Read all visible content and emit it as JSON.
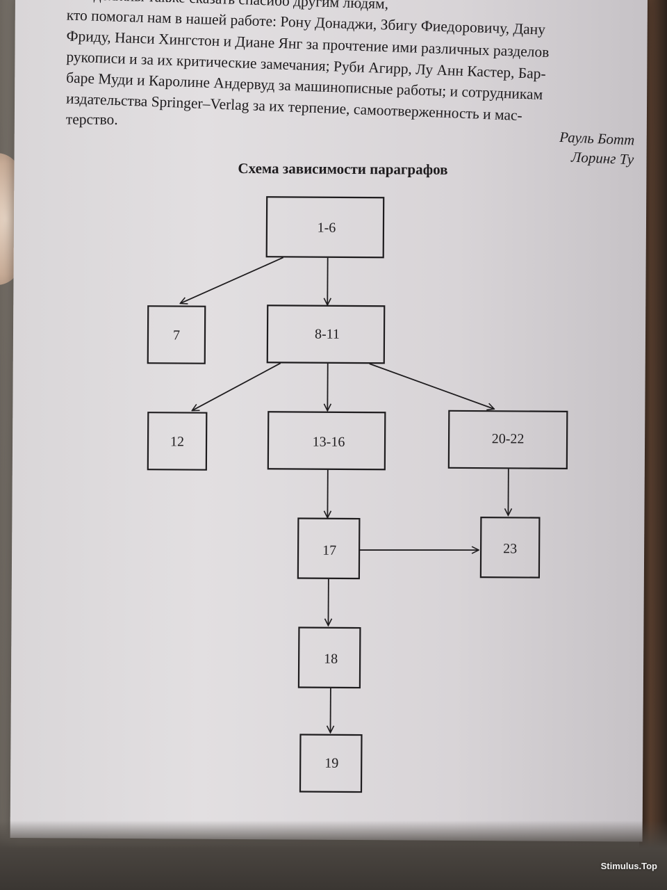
{
  "document": {
    "lines": [
      "Мы должны также сказать спасибо другим людям,",
      "кто помогал нам в нашей работе: Рону Донаджи, Збигу Фиедоровичу, Дану",
      "Фриду, Нанси Хингстон и Диане Янг за прочтение ими различных разделов",
      "рукописи и за их критические замечания; Руби Агирр, Лу Анн Кастер, Бар-",
      "баре Муди и Каролине Андервуд за машинописные работы; и сотрудникам",
      "издательства Springer–Verlag за их терпение, самоотверженность и мас-",
      "терство."
    ],
    "signatures": [
      "Рауль Ботт",
      "Лоринг Ту"
    ]
  },
  "diagram": {
    "title": "Схема зависимости параграфов",
    "nodes": [
      {
        "id": "n1",
        "label": "1-6"
      },
      {
        "id": "n7",
        "label": "7"
      },
      {
        "id": "n8",
        "label": "8-11"
      },
      {
        "id": "n12",
        "label": "12"
      },
      {
        "id": "n13",
        "label": "13-16"
      },
      {
        "id": "n20",
        "label": "20-22"
      },
      {
        "id": "n17",
        "label": "17"
      },
      {
        "id": "n23",
        "label": "23"
      },
      {
        "id": "n18",
        "label": "18"
      },
      {
        "id": "n19",
        "label": "19"
      }
    ],
    "edges": [
      {
        "from": "1-6",
        "to": "7"
      },
      {
        "from": "1-6",
        "to": "8-11"
      },
      {
        "from": "8-11",
        "to": "12"
      },
      {
        "from": "8-11",
        "to": "13-16"
      },
      {
        "from": "8-11",
        "to": "20-22"
      },
      {
        "from": "13-16",
        "to": "17"
      },
      {
        "from": "20-22",
        "to": "23"
      },
      {
        "from": "17",
        "to": "23"
      },
      {
        "from": "17",
        "to": "18"
      },
      {
        "from": "18",
        "to": "19"
      }
    ]
  },
  "watermark": "Stimulus.Top"
}
